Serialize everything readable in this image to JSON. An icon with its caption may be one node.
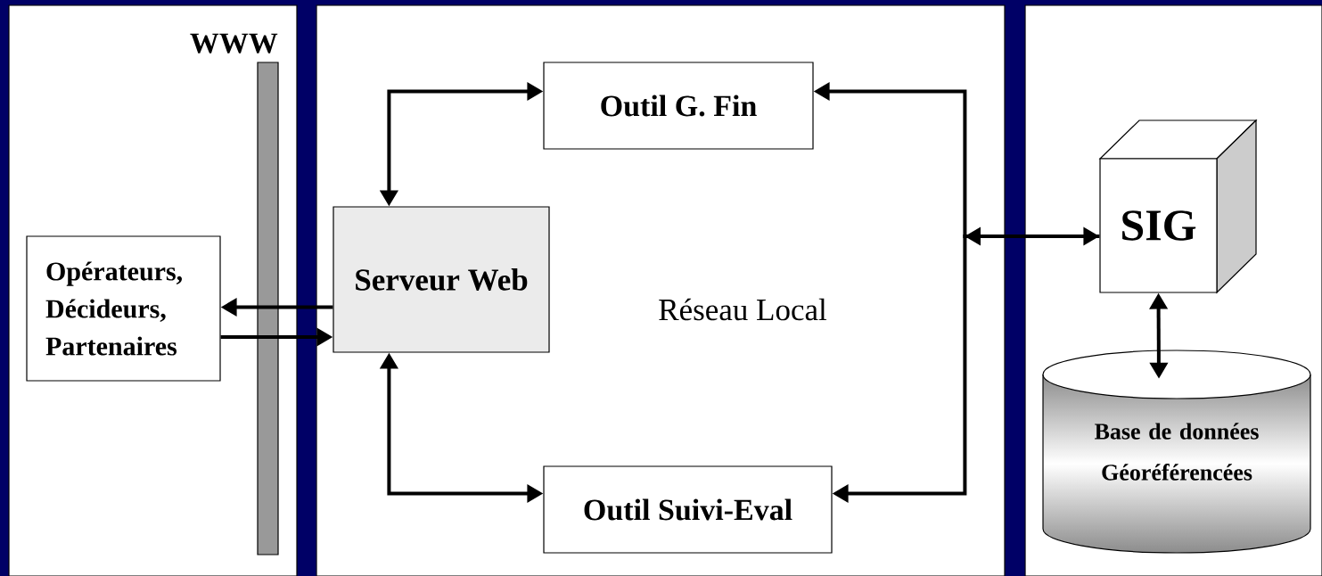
{
  "diagram": {
    "nodes": [
      {
        "text": [
          "Opérateurs, Décideurs, Partenaires"
        ]
      },
      {
        "text": [
          "Serveur Web"
        ]
      },
      {
        "text": [
          "Outil G. Fin"
        ]
      },
      {
        "text": [
          "Outil Suivi-Eval"
        ]
      },
      {
        "text": [
          "SIG"
        ]
      },
      {
        "text": [
          "Base de données Géoréférencées"
        ]
      }
    ],
    "edges": [
      {
        "from": 1,
        "to": 0,
        "arrow": "to"
      },
      {
        "from": 0,
        "to": 1,
        "arrow": "to"
      },
      {
        "from": 1,
        "to": 2,
        "arrow": "both"
      },
      {
        "from": 1,
        "to": 3,
        "arrow": "both"
      },
      {
        "from": 4,
        "to": 2,
        "arrow": "both"
      },
      {
        "from": 4,
        "to": 3,
        "arrow": "to"
      },
      {
        "from": 4,
        "to": 5,
        "arrow": "both"
      }
    ],
    "labels": [
      "WWW",
      "Réseau Local"
    ]
  }
}
